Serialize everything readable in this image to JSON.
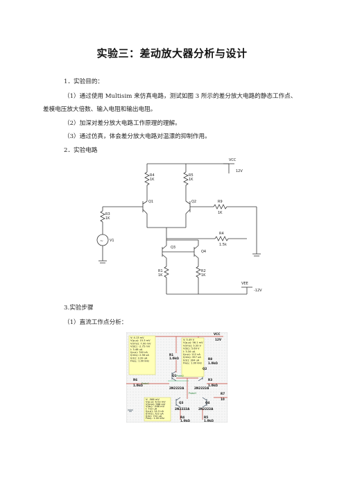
{
  "doc": {
    "title": "实验三：差动放大器分析与设计",
    "sec1": "1．实验目的：",
    "p1a": "（1）通过使用 Multisim 来仿真电路，测试如图 3 所示的差分放大电路的静态工作点、",
    "p1b": "差模电压放大倍数、输入电阻和输出电阻。",
    "p2": "（2）加深对差分放大电路工作原理的理解。",
    "p3": "（3）通过仿真，体会差分放大电路对温漂的抑制作用。",
    "sec2": "2．实验电路",
    "sec3": "3.实验步骤",
    "p4": "（1）直流工作点分析："
  },
  "schematic": {
    "vcc_name": "VCC",
    "vcc_value": "12V",
    "vee_name": "VEE",
    "vee_value": "-12V",
    "r4": "R4",
    "r4v": "1K",
    "r5": "R5",
    "r5v": "1K",
    "r3": "R3",
    "r3v": "1K",
    "r2": "R2",
    "r2v": "1K",
    "r1": "R1",
    "r1v": "1K",
    "rf": "R4",
    "rfv": "1.5k",
    "rb": "R9",
    "rbv": "1K",
    "q1": "Q1",
    "q2": "Q2",
    "q3": "Q3",
    "q4": "Q4",
    "v1": "V1"
  },
  "sim": {
    "probe1": [
      "V: 4.13 mV",
      "V(p-p): 15.3 mV",
      "V(rms): 7.00 mV",
      "V(dc): -2.75 mV",
      "I: 3.46 uA",
      "I(p-p): 740 nA",
      "I(rms): 2.36 uA",
      "I(dc): 3.39 uA",
      "Freq.: 1.00 kHz"
    ],
    "probe2": [
      "V: 5.49 V",
      "V(p-p): 56.1 mV",
      "V(rms): 5.55 V",
      "V(dc): 5.69 V",
      "I: 3.34 uA",
      "I(p-p): 112 uA",
      "I(rms): 357 uA",
      "I(dc): 304 uA",
      "Freq.: 1.00 kHz"
    ],
    "probe3": [
      "V: -566 mV",
      "V(p-p): 6.53 mV",
      "V(rms): 566 mV",
      "V(dc): -566 mV",
      "I: 722 uA",
      "I(p-p): 14.3 nA",
      "I(rms): 722 uA",
      "I(dc): 722 uA",
      "Freq.: 1.00 kHz"
    ],
    "r1": "R1",
    "r1v": "1.0kΩ",
    "r8": "R8",
    "r8v": "1.0kΩ",
    "r6": "R6",
    "r6v": "1.0kΩ",
    "r3": "R3",
    "r3v": "1.0kΩ",
    "r7": "R7",
    "r7v": "10",
    "r4": "R4",
    "r4v": "1.0kΩ",
    "r5": "R5",
    "r5v": "1.0kΩ",
    "q1": "Q1",
    "q2": "Q2",
    "q3": "Q3",
    "q4": "Q4",
    "m1": "2N2222A",
    "m2": "2N2222A",
    "m3": "2N2222A",
    "m4": "2N2222A",
    "vcc": "VCC",
    "v12": "12V",
    "probe_tag1": "Probe1",
    "probe_tag2": "Probe2",
    "probe_tag3": "Probe3"
  }
}
